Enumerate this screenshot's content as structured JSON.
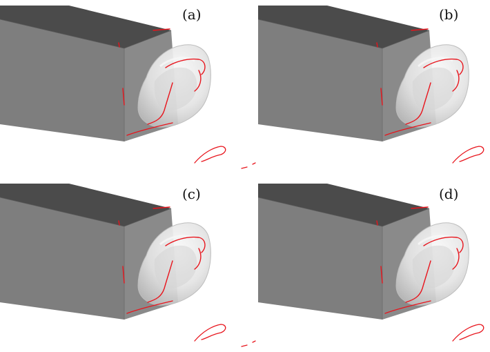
{
  "figure": {
    "panels": [
      {
        "id": "a",
        "label": "(a)"
      },
      {
        "id": "b",
        "label": "(b)"
      },
      {
        "id": "c",
        "label": "(c)"
      },
      {
        "id": "d",
        "label": "(d)"
      }
    ]
  },
  "colors": {
    "block_top": "#4b4b4b",
    "block_side": "#7f7f7f",
    "block_front": "#8a8a8a",
    "blob_fill": "#e9e9e9",
    "blob_shade": "#c4c4c4",
    "curve": "#e8141c"
  }
}
